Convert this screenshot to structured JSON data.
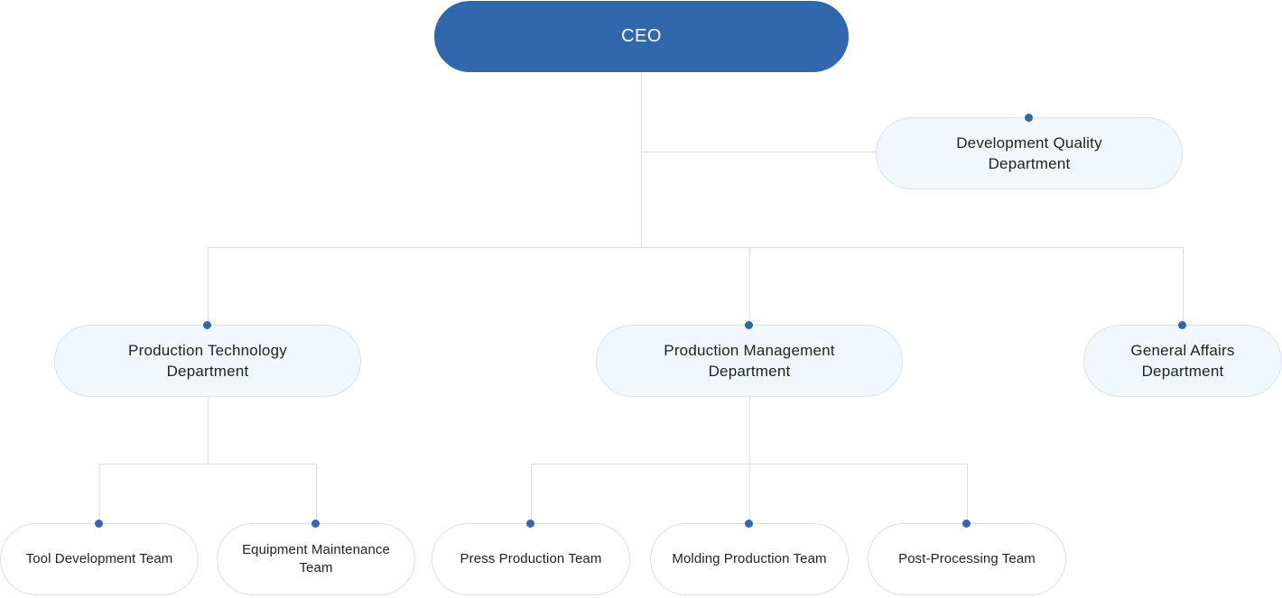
{
  "ceo": {
    "label": "CEO"
  },
  "development_quality": {
    "label": "Development Quality Department"
  },
  "departments": [
    {
      "label": "Production Technology Department"
    },
    {
      "label": "Production Management Department"
    },
    {
      "label": "General Affairs Department"
    }
  ],
  "teams": {
    "production_technology": [
      {
        "label": "Tool Development Team"
      },
      {
        "label": "Equipment Maintenance Team"
      }
    ],
    "production_management": [
      {
        "label": "Press Production Team"
      },
      {
        "label": "Molding Production Team"
      },
      {
        "label": "Post-Processing Team"
      }
    ]
  },
  "colors": {
    "ceo_fill": "#3168ad",
    "dept_fill": "#f0f8fd",
    "team_fill": "#ffffff",
    "connector": "#d9dde2",
    "dot": "#3168ad"
  }
}
